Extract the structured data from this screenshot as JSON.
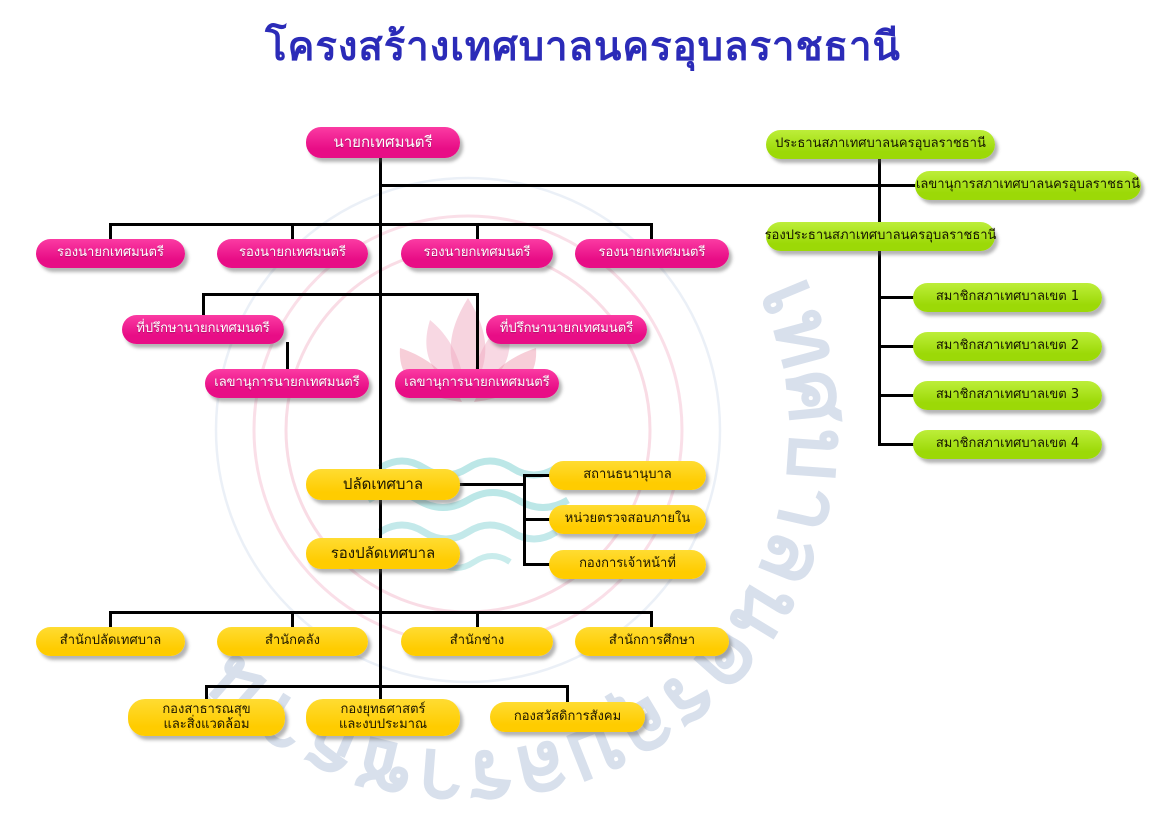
{
  "title": "โครงสร้างเทศบาลนครอุบลราชธานี",
  "watermark": {
    "text": "เทศบาลนครอุบลราชธานี"
  },
  "colors": {
    "title": "#2b2bb8",
    "executive_node": "#ec1390",
    "council_node": "#a6df12",
    "department_node": "#ffd200",
    "connector": "#000000"
  },
  "nodes": {
    "mayor": {
      "label": "นายกเทศมนตรี"
    },
    "deputy_mayor_1": {
      "label": "รองนายกเทศมนตรี"
    },
    "deputy_mayor_2": {
      "label": "รองนายกเทศมนตรี"
    },
    "deputy_mayor_3": {
      "label": "รองนายกเทศมนตรี"
    },
    "deputy_mayor_4": {
      "label": "รองนายกเทศมนตรี"
    },
    "mayor_advisor_1": {
      "label": "ที่ปรึกษานายกเทศมนตรี"
    },
    "mayor_advisor_2": {
      "label": "ที่ปรึกษานายกเทศมนตรี"
    },
    "mayor_secretary_1": {
      "label": "เลขานุการนายกเทศมนตรี"
    },
    "mayor_secretary_2": {
      "label": "เลขานุการนายกเทศมนตรี"
    },
    "council_chairman": {
      "label": "ประธานสภาเทศบาลนครอุบลราชธานี"
    },
    "council_secretary": {
      "label": "เลขานุการสภาเทศบาลนครอุบลราชธานี"
    },
    "council_vice_chairman": {
      "label": "รองประธานสภาเทศบาลนครอุบลราชธานี"
    },
    "council_member_1": {
      "label": "สมาชิกสภาเทศบาลเขต 1"
    },
    "council_member_2": {
      "label": "สมาชิกสภาเทศบาลเขต 2"
    },
    "council_member_3": {
      "label": "สมาชิกสภาเทศบาลเขต 3"
    },
    "council_member_4": {
      "label": "สมาชิกสภาเทศบาลเขต 4"
    },
    "municipal_clerk": {
      "label": "ปลัดเทศบาล"
    },
    "pawnshop": {
      "label": "สถานธนานุบาล"
    },
    "internal_audit": {
      "label": "หน่วยตรวจสอบภายใน"
    },
    "personnel_division": {
      "label": "กองการเจ้าหน้าที่"
    },
    "deputy_municipal_clerk": {
      "label": "รองปลัดเทศบาล"
    },
    "office_of_clerk": {
      "label": "สำนักปลัดเทศบาล"
    },
    "finance_bureau": {
      "label": "สำนักคลัง"
    },
    "engineering_bureau": {
      "label": "สำนักช่าง"
    },
    "education_bureau": {
      "label": "สำนักการศึกษา"
    },
    "public_health_division": {
      "line1": "กองสาธารณสุข",
      "line2": "และสิ่งแวดล้อม"
    },
    "strategy_budget_division": {
      "line1": "กองยุทธศาสตร์",
      "line2": "และงบประมาณ"
    },
    "social_welfare_division": {
      "label": "กองสวัสดิการสังคม"
    }
  }
}
